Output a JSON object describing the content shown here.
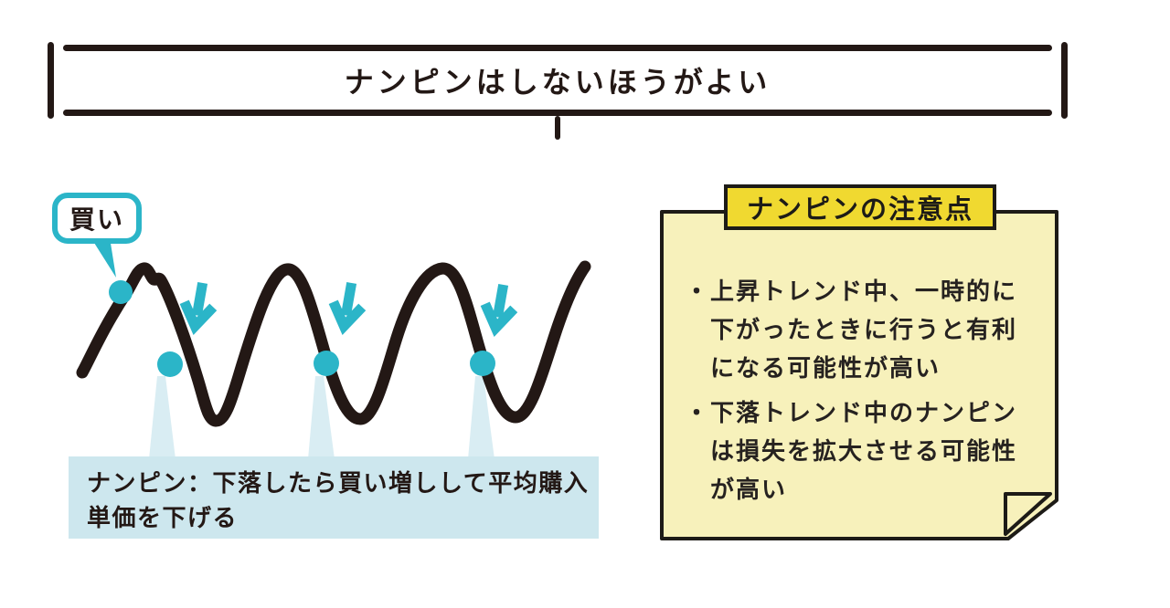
{
  "title": {
    "text": "ナンピンはしないほうがよい"
  },
  "diagram": {
    "buy_label": "買い",
    "caption_lines": [
      "ナンピン：下落したら買い増しして平均購入",
      "単価を下げる"
    ],
    "buy_points_count": 4,
    "down_arrows_count": 3,
    "colors": {
      "accent_teal": "#2bb5c8",
      "ink": "#231815",
      "caption_bg": "#cde7ee",
      "pointer_fill": "#d9edf3"
    }
  },
  "note": {
    "heading": "ナンピンの注意点",
    "bullets": [
      {
        "lines": [
          "・上昇トレンド中、一時的に",
          "下がったときに行うと有利",
          "になる可能性が高い"
        ]
      },
      {
        "lines": [
          "・下落トレンド中のナンピン",
          "は損失を拡大させる可能性",
          "が高い"
        ]
      }
    ],
    "colors": {
      "note_bg": "#f7f1bb",
      "badge_bg": "#f0d930",
      "outline": "#1d1b17"
    }
  }
}
